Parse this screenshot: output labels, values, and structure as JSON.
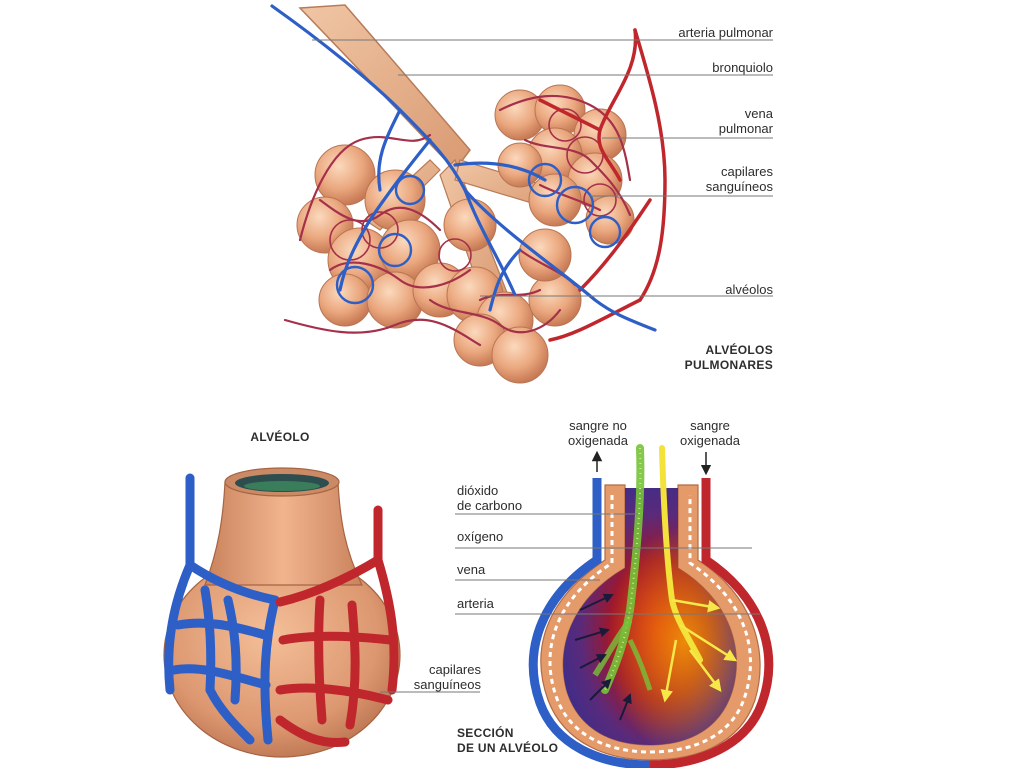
{
  "top": {
    "title_line1": "ALVÉOLOS",
    "title_line2": "PULMONARES",
    "labels": {
      "arteria_pulmonar": "arteria pulmonar",
      "bronquiolo": "bronquiolo",
      "vena_pulmonar_1": "vena",
      "vena_pulmonar_2": "pulmonar",
      "capilares_1": "capilares",
      "capilares_2": "sanguíneos",
      "alveolos": "alvéolos"
    }
  },
  "left": {
    "title": "ALVÉOLO",
    "capilares_1": "capilares",
    "capilares_2": "sanguíneos"
  },
  "right": {
    "title_line1": "SECCIÓN",
    "title_line2": "DE UN ALVÉOLO",
    "sangre_no_1": "sangre no",
    "sangre_no_2": "oxigenada",
    "sangre_ox_1": "sangre",
    "sangre_ox_2": "oxigenada",
    "dioxido_1": "dióxido",
    "dioxido_2": "de carbono",
    "oxigeno": "oxígeno",
    "vena": "vena",
    "arteria": "arteria"
  },
  "colors": {
    "vein": "#2d5fc7",
    "artery": "#c0272d",
    "tissue": "#e7a57e",
    "capillary": "#a5304a"
  }
}
